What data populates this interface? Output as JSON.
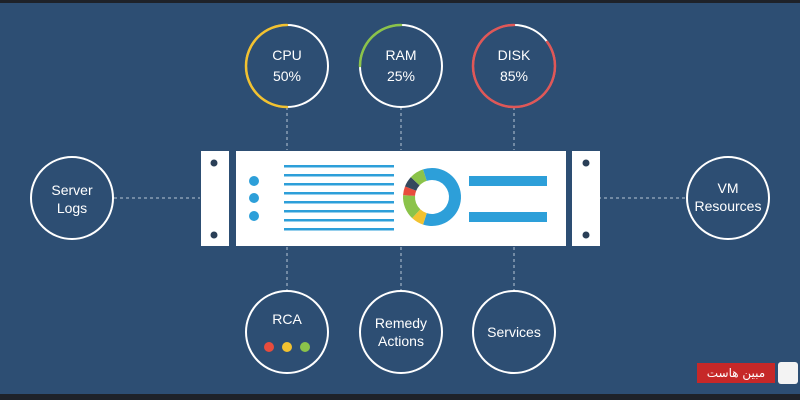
{
  "nodes": {
    "cpu": {
      "label": "CPU",
      "value": "50%",
      "percent": 50,
      "color": "#f2c230"
    },
    "ram": {
      "label": "RAM",
      "value": "25%",
      "percent": 25,
      "color": "#8bc34a"
    },
    "disk": {
      "label": "DISK",
      "value": "85%",
      "percent": 85,
      "color": "#e05757"
    },
    "server_logs": {
      "line1": "Server",
      "line2": "Logs"
    },
    "vm_resources": {
      "line1": "VM",
      "line2": "Resources"
    },
    "rca": {
      "label": "RCA",
      "dot_colors": [
        "#e84c3d",
        "#f2c230",
        "#8bc34a"
      ]
    },
    "remedy_actions": {
      "line1": "Remedy",
      "line2": "Actions"
    },
    "services": {
      "label": "Services"
    }
  },
  "server": {
    "donut_segments": [
      {
        "color": "#2d9fd9",
        "fraction": 0.55
      },
      {
        "color": "#f2c230",
        "fraction": 0.07
      },
      {
        "color": "#8bc34a",
        "fraction": 0.14
      },
      {
        "color": "#e84c3d",
        "fraction": 0.05
      },
      {
        "color": "#34495e",
        "fraction": 0.06
      },
      {
        "color": "#8bc34a",
        "fraction": 0.08
      },
      {
        "color": "#2d9fd9",
        "fraction": 0.05
      }
    ]
  },
  "colors": {
    "background": "#2d4e73",
    "accent_blue": "#2d9fd9",
    "ring": "#ffffff"
  },
  "watermark": {
    "text": "مبین هاست"
  }
}
